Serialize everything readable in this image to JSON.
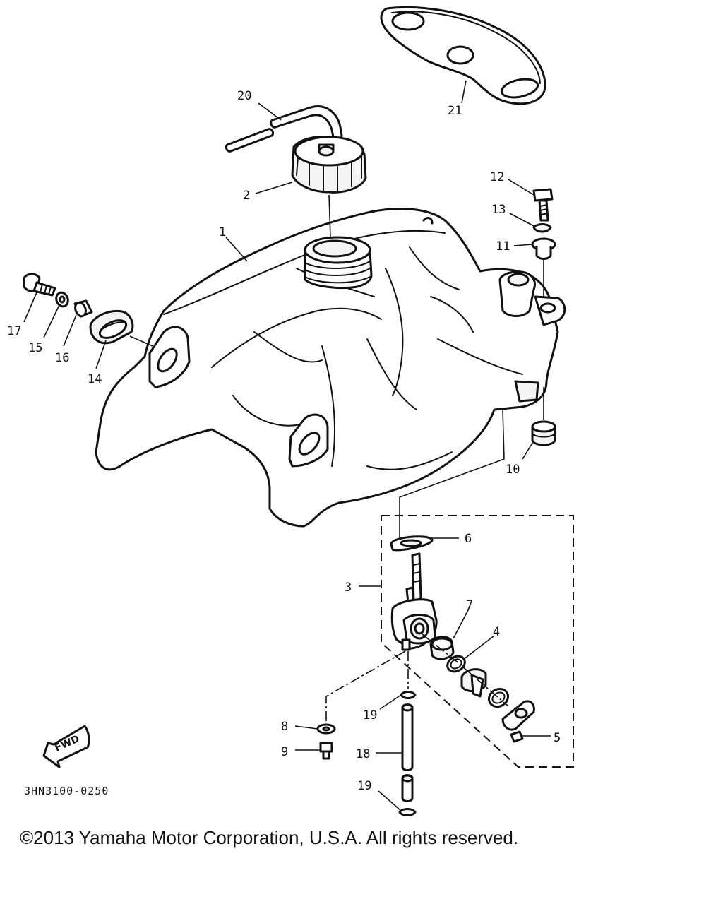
{
  "diagram": {
    "callouts": {
      "c1": "1",
      "c2": "2",
      "c3": "3",
      "c4": "4",
      "c5": "5",
      "c6": "6",
      "c7": "7",
      "c8": "8",
      "c9": "9",
      "c10": "10",
      "c11": "11",
      "c12": "12",
      "c13": "13",
      "c14": "14",
      "c15": "15",
      "c16": "16",
      "c17": "17",
      "c18": "18",
      "c19a": "19",
      "c19b": "19",
      "c20": "20",
      "c21": "21"
    },
    "fwd_label": "FWD",
    "drawing_code": "3HN3100-0250"
  },
  "footer": {
    "copyright": "©2013 Yamaha Motor Corporation, U.S.A. All rights reserved."
  }
}
